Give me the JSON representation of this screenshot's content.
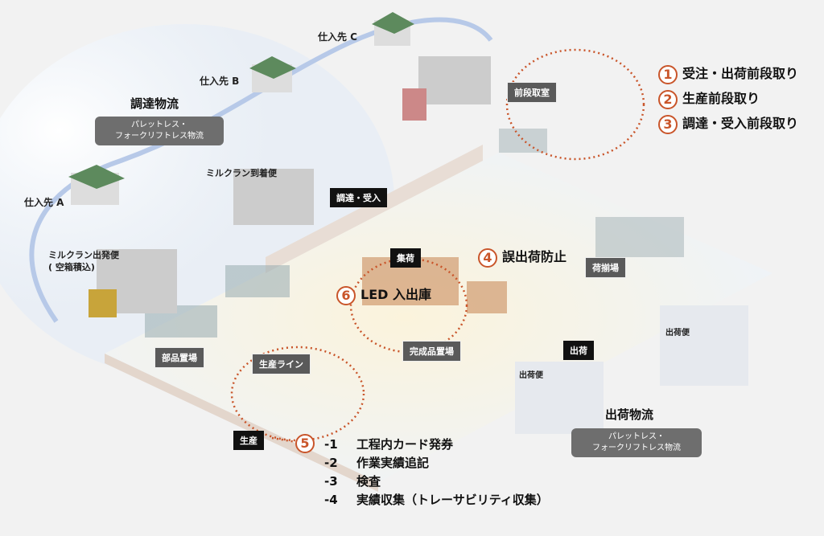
{
  "suppliers": {
    "a": "仕入先 A",
    "b": "仕入先 B",
    "c": "仕入先 C"
  },
  "procurement": {
    "title": "調達物流",
    "note_line1": "パレットレス・",
    "note_line2": "フォークリフトレス物流"
  },
  "milkrun": {
    "arrival": "ミルクラン到着便",
    "departure_line1": "ミルクラン出発便",
    "departure_line2": "( 空箱積込)"
  },
  "areas": {
    "prep_room": "前段取室",
    "receiving": "調達・受入",
    "collection": "集荷",
    "parts_storage": "部品置場",
    "production_line": "生産ライン",
    "production": "生産",
    "finished_storage": "完成品置場",
    "shipping_assembly": "荷揃場",
    "shipping": "出荷",
    "shipping_truck1": "出荷便",
    "shipping_truck2": "出荷便"
  },
  "features": [
    {
      "num": "1",
      "label": "受注・出荷前段取り"
    },
    {
      "num": "2",
      "label": "生産前段取り"
    },
    {
      "num": "3",
      "label": "調達・受入前段取り"
    },
    {
      "num": "4",
      "label": "誤出荷防止"
    },
    {
      "num": "6",
      "label": "LED 入出庫"
    },
    {
      "num": "5",
      "label": ""
    }
  ],
  "production_steps": [
    {
      "k": "-1",
      "v": "工程内カード発券"
    },
    {
      "k": "-2",
      "v": "作業実績追記"
    },
    {
      "k": "-3",
      "v": "検査"
    },
    {
      "k": "-4",
      "v": "実績収集（トレーサビリティ収集）"
    }
  ],
  "outbound": {
    "title": "出荷物流",
    "note_line1": "パレットレス・",
    "note_line2": "フォークリフトレス物流"
  },
  "colors": {
    "accent": "#c9552a",
    "arrow": "#b7c9e8"
  }
}
